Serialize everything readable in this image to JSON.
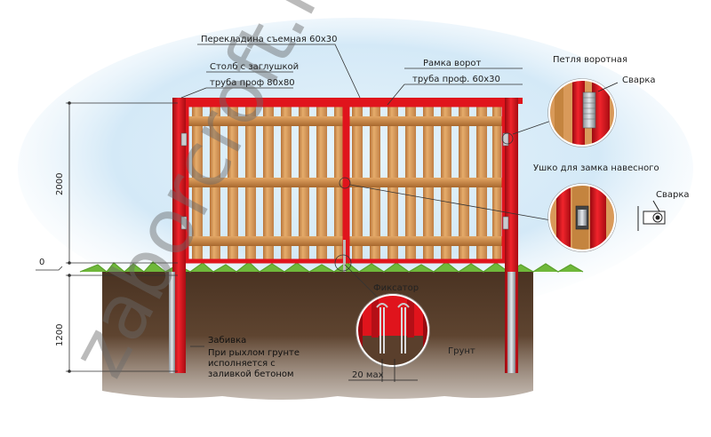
{
  "labels": {
    "crossbar": "Перекладина съемная 60х30",
    "post_cap": "Столб с заглушкой",
    "post_pipe": "труба проф 80х80",
    "frame": "Рамка ворот",
    "frame_pipe": "труба проф. 60х30",
    "hinge": "Петля воротная",
    "weld_1": "Сварка",
    "lock_ear": "Ушко для замка навесного",
    "weld_2": "Сварка",
    "latch": "Фиксатор",
    "ground": "Грунт",
    "driving": "Забивка",
    "loose_soil_1": "При рыхлом грунте",
    "loose_soil_2": "исполняется с",
    "loose_soil_3": "заливкой бетоном"
  },
  "dimensions": {
    "height": "2000",
    "depth": "1200",
    "zero": "0",
    "gap": "20 мах"
  },
  "watermark": "zaborcroft.ru",
  "colors": {
    "frame_red": "#e0141c",
    "wood": "#d99a5a",
    "soil": "#5a3f2c",
    "grass": "#5aa02c",
    "sky": "#cfe6f6"
  }
}
